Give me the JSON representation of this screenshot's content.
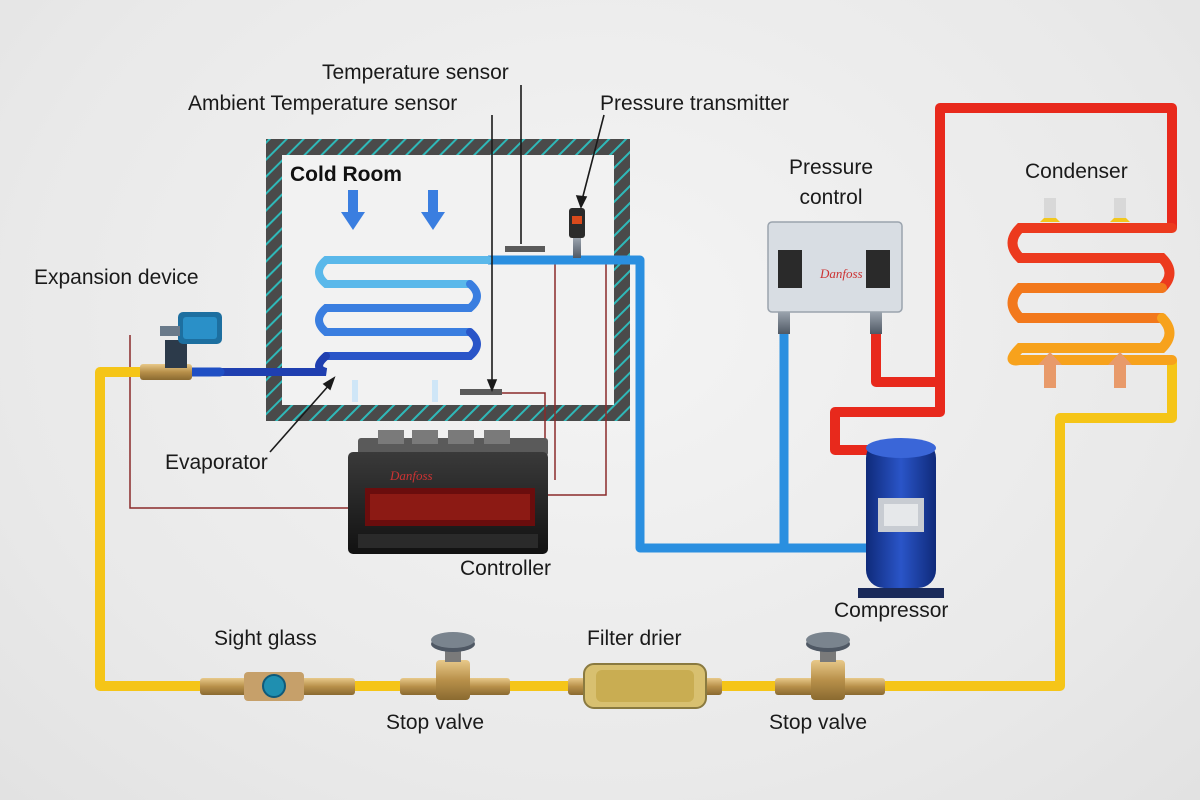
{
  "labels": {
    "temperature_sensor": "Temperature sensor",
    "ambient_temperature_sensor": "Ambient Temperature sensor",
    "pressure_transmitter": "Pressure transmitter",
    "cold_room": "Cold Room",
    "pressure_control_line1": "Pressure",
    "pressure_control_line2": "control",
    "condenser": "Condenser",
    "expansion_device": "Expansion device",
    "evaporator": "Evaporator",
    "controller": "Controller",
    "compressor": "Compressor",
    "sight_glass": "Sight glass",
    "stop_valve_left": "Stop valve",
    "filter_drier": "Filter drier",
    "stop_valve_right": "Stop valve"
  },
  "colors": {
    "liquid_line": "#f5c518",
    "suction_line": "#2a8fe0",
    "discharge_line": "#e8291c",
    "evaporator_coil": "#1f4fc4",
    "room_wall": "#555555",
    "room_hatch": "#2ab5b5",
    "compressor_body": "#1a3d9e"
  },
  "icons": {
    "expansion_valve": "solenoid-valve-icon",
    "sight_glass": "sight-glass-icon",
    "stop_valve": "stop-valve-icon",
    "filter_drier": "filter-drier-icon",
    "compressor": "scroll-compressor-icon",
    "pressure_control": "pressure-switch-icon",
    "controller": "controller-display-icon",
    "pressure_transmitter": "pressure-transmitter-icon"
  }
}
